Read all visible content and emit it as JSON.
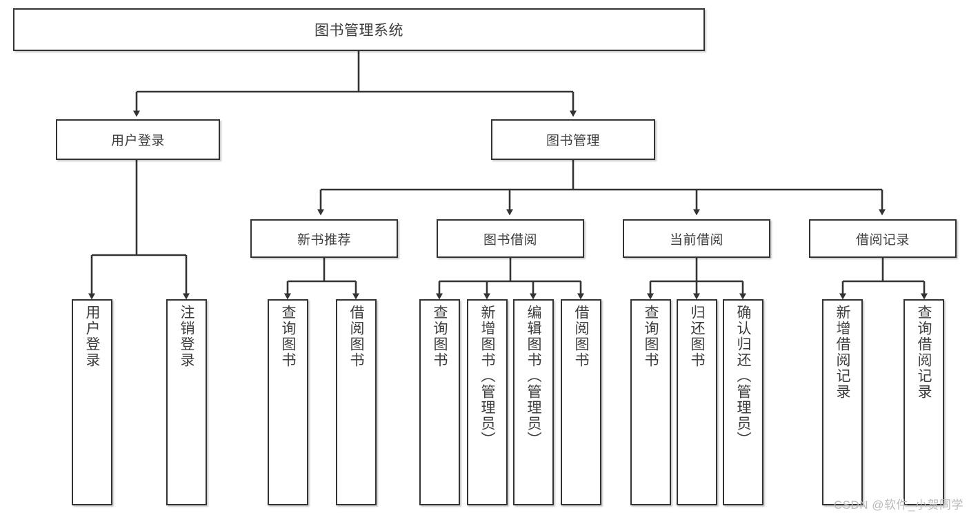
{
  "diagram": {
    "title": "图书管理系统",
    "type": "tree",
    "watermark": "CSDN @软件_小贺同学",
    "colors": {
      "box_border": "#333333",
      "box_fill": "#ffffff",
      "text": "#3d3d3d",
      "connector": "#333333",
      "watermark": "#b9b9b9",
      "page_background": "#ffffff"
    },
    "root": {
      "label": "图书管理系统"
    },
    "level2": [
      {
        "label": "用户登录"
      },
      {
        "label": "图书管理"
      }
    ],
    "level3": [
      {
        "label": "新书推荐"
      },
      {
        "label": "图书借阅"
      },
      {
        "label": "当前借阅"
      },
      {
        "label": "借阅记录"
      }
    ],
    "leaves": {
      "user_login": [
        {
          "label": "用户登录"
        },
        {
          "label": "注销登录"
        }
      ],
      "new_book_recommend": [
        {
          "label": "查询图书"
        },
        {
          "label": "借阅图书"
        }
      ],
      "book_borrow": [
        {
          "label": "查询图书"
        },
        {
          "label": "新增图书（管理员）"
        },
        {
          "label": "编辑图书（管理员）"
        },
        {
          "label": "借阅图书"
        }
      ],
      "current_borrow": [
        {
          "label": "查询图书"
        },
        {
          "label": "归还图书"
        },
        {
          "label": "确认归还（管理员）"
        }
      ],
      "borrow_record": [
        {
          "label": "新增借阅记录"
        },
        {
          "label": "查询借阅记录"
        }
      ]
    }
  }
}
